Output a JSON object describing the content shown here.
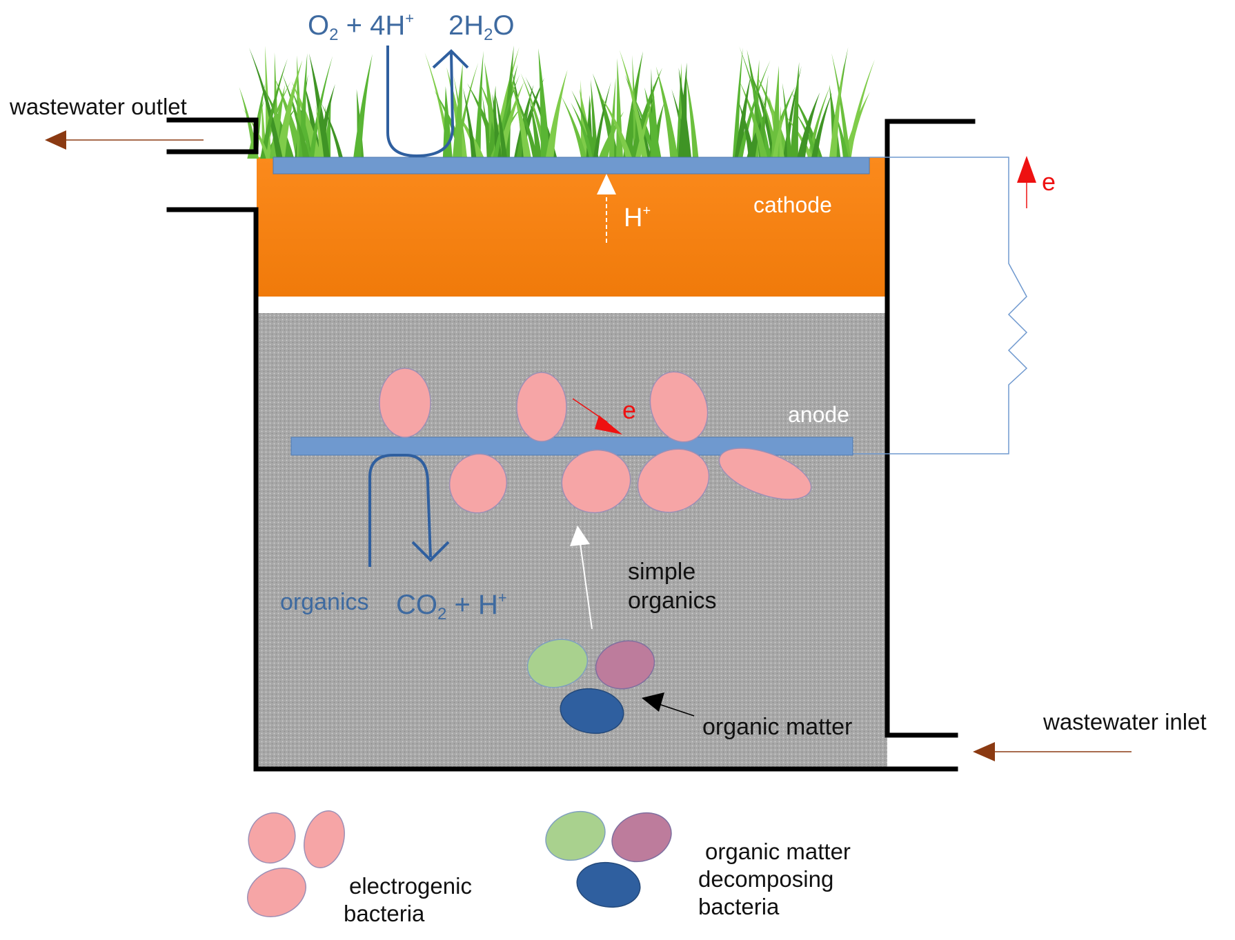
{
  "colors": {
    "cathode_top": "#fb8a1c",
    "cathode_bottom": "#f07a0a",
    "anode_fill": "#a8a8a8",
    "electrode": "#6f99cf",
    "grass": "#5bb233",
    "electrogenic": "#f6a5a6",
    "decomposer_green": "#a9d18e",
    "decomposer_purple": "#bd7c9c",
    "decomposer_blue": "#2f5f9f",
    "reaction_blue": "#3e6aa0",
    "electron_red": "#ee1111",
    "flow_brown": "#8b3a12"
  },
  "labels": {
    "outlet": "wastewater outlet",
    "inlet": "wastewater inlet",
    "cathode": "cathode",
    "anode": "anode",
    "h_plus": "H",
    "h_plus_sup": "+",
    "electron_top": "e",
    "electron_anode": "e",
    "simple_organics_1": "simple",
    "simple_organics_2": "organics",
    "organic_matter": "organic matter"
  },
  "reactions": {
    "cathode_input_o": "O",
    "cathode_input_sub": "2",
    "cathode_input_plus": " + 4H",
    "cathode_input_sup": "+",
    "cathode_output_a": "2H",
    "cathode_output_sub": "2",
    "cathode_output_b": "O",
    "anode_input": "organics",
    "anode_output_co": "CO",
    "anode_output_sub": "2",
    "anode_output_plus": " + H",
    "anode_output_sup": "+"
  },
  "legend": {
    "electrogenic_1": "electrogenic",
    "electrogenic_2": "bacteria",
    "decomposing_1": "organic matter",
    "decomposing_2": "decomposing",
    "decomposing_3": "bacteria"
  }
}
